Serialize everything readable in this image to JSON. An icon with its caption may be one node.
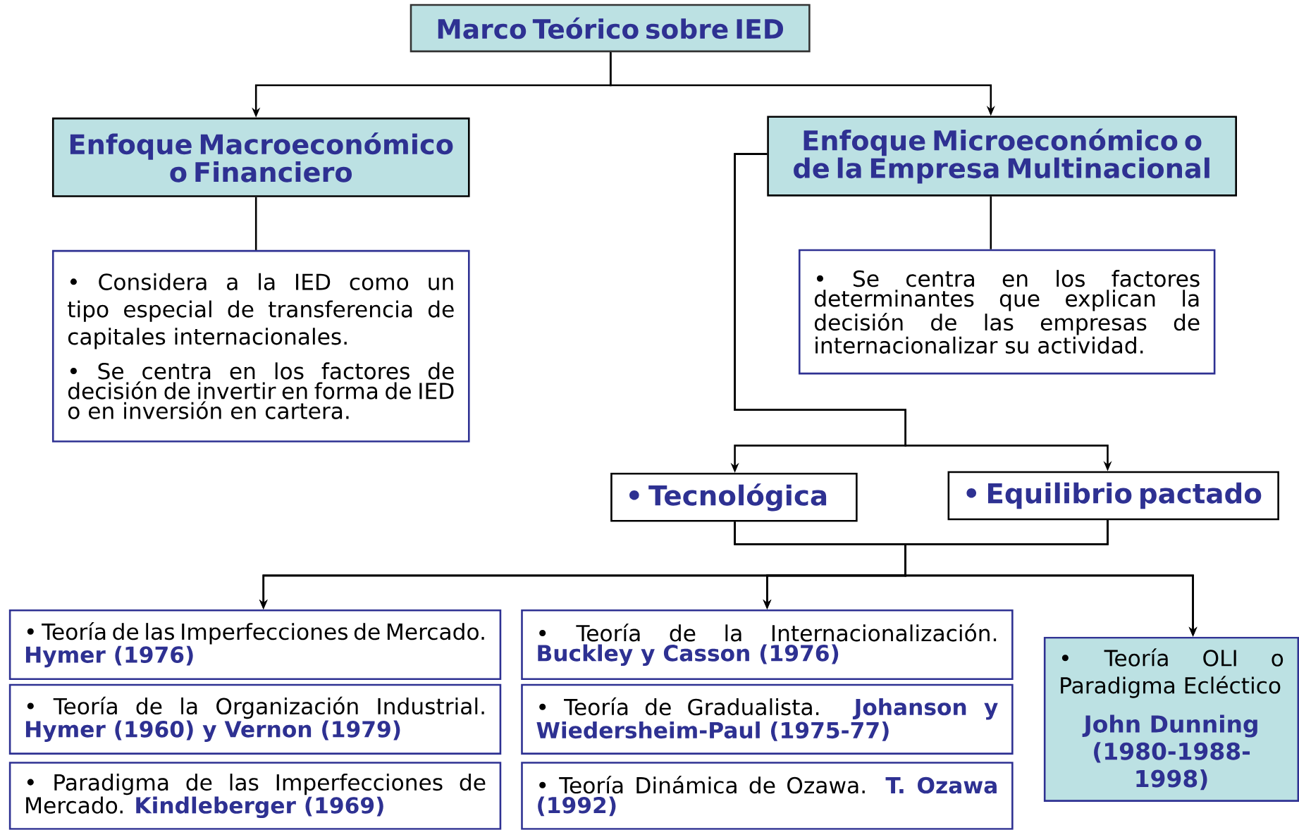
{
  "diagram": {
    "nodes": [
      {
        "text": [
          "Marco Teórico sobre IED"
        ]
      },
      {
        "text": [
          "Enfoque Macroeconómico o Financiero"
        ]
      },
      {
        "text": [
          "• Considera a la IED como un tipo especial de transferencia de capitales internacionales.",
          "• Se centra en los factores de decisión de invertir en forma de IED o en inversión en cartera."
        ]
      },
      {
        "text": [
          "Enfoque Microeconómico o de la Empresa Multinacional"
        ]
      },
      {
        "text": [
          "• Se centra en los factores determinantes que explican la decisión de las empresas de internacionalizar su actividad."
        ]
      },
      {
        "text": [
          "• Tecnológica"
        ]
      },
      {
        "text": [
          "• Equilibrio pactado"
        ]
      },
      {
        "text": [
          "• Teoría de las Imperfecciones de Mercado. **Hymer (1976)**"
        ]
      },
      {
        "text": [
          "• Teoría de la Organización Industrial. **Hymer (1960) y Vernon (1979)**"
        ]
      },
      {
        "text": [
          "• Paradigma de las Imperfecciones de Mercado. **Kindleberger (1969)**"
        ]
      },
      {
        "text": [
          "• Teoría de la Internacionalización. **Buckley y Casson  (1976)**"
        ]
      },
      {
        "text": [
          "• Teoría de Gradualista. **Johanson y Wiedersheim-Paul (1975-77)**"
        ]
      },
      {
        "text": [
          "• Teoría Dinámica de Ozawa. **T. Ozawa (1992)**"
        ]
      },
      {
        "text": [
          "• Teoría OLI o Paradigma Ecléctico",
          "John Dunning (1980-1988-1998)"
        ]
      }
    ],
    "edges": [
      {
        "from": 0,
        "to": 1,
        "arrow": "to"
      },
      {
        "from": 0,
        "to": 3,
        "arrow": "to"
      },
      {
        "from": 1,
        "to": 2,
        "arrow": "none"
      },
      {
        "from": 3,
        "to": 4,
        "arrow": "none"
      },
      {
        "from": 3,
        "to": 5,
        "arrow": "to"
      },
      {
        "from": 3,
        "to": 6,
        "arrow": "to"
      },
      {
        "from": 5,
        "to": 7,
        "arrow": "to"
      },
      {
        "from": 5,
        "to": 10,
        "arrow": "to"
      },
      {
        "from": 5,
        "to": 13,
        "arrow": "to"
      },
      {
        "from": 6,
        "to": 7,
        "arrow": "to"
      },
      {
        "from": 6,
        "to": 10,
        "arrow": "to"
      },
      {
        "from": 6,
        "to": 13,
        "arrow": "to"
      }
    ]
  }
}
